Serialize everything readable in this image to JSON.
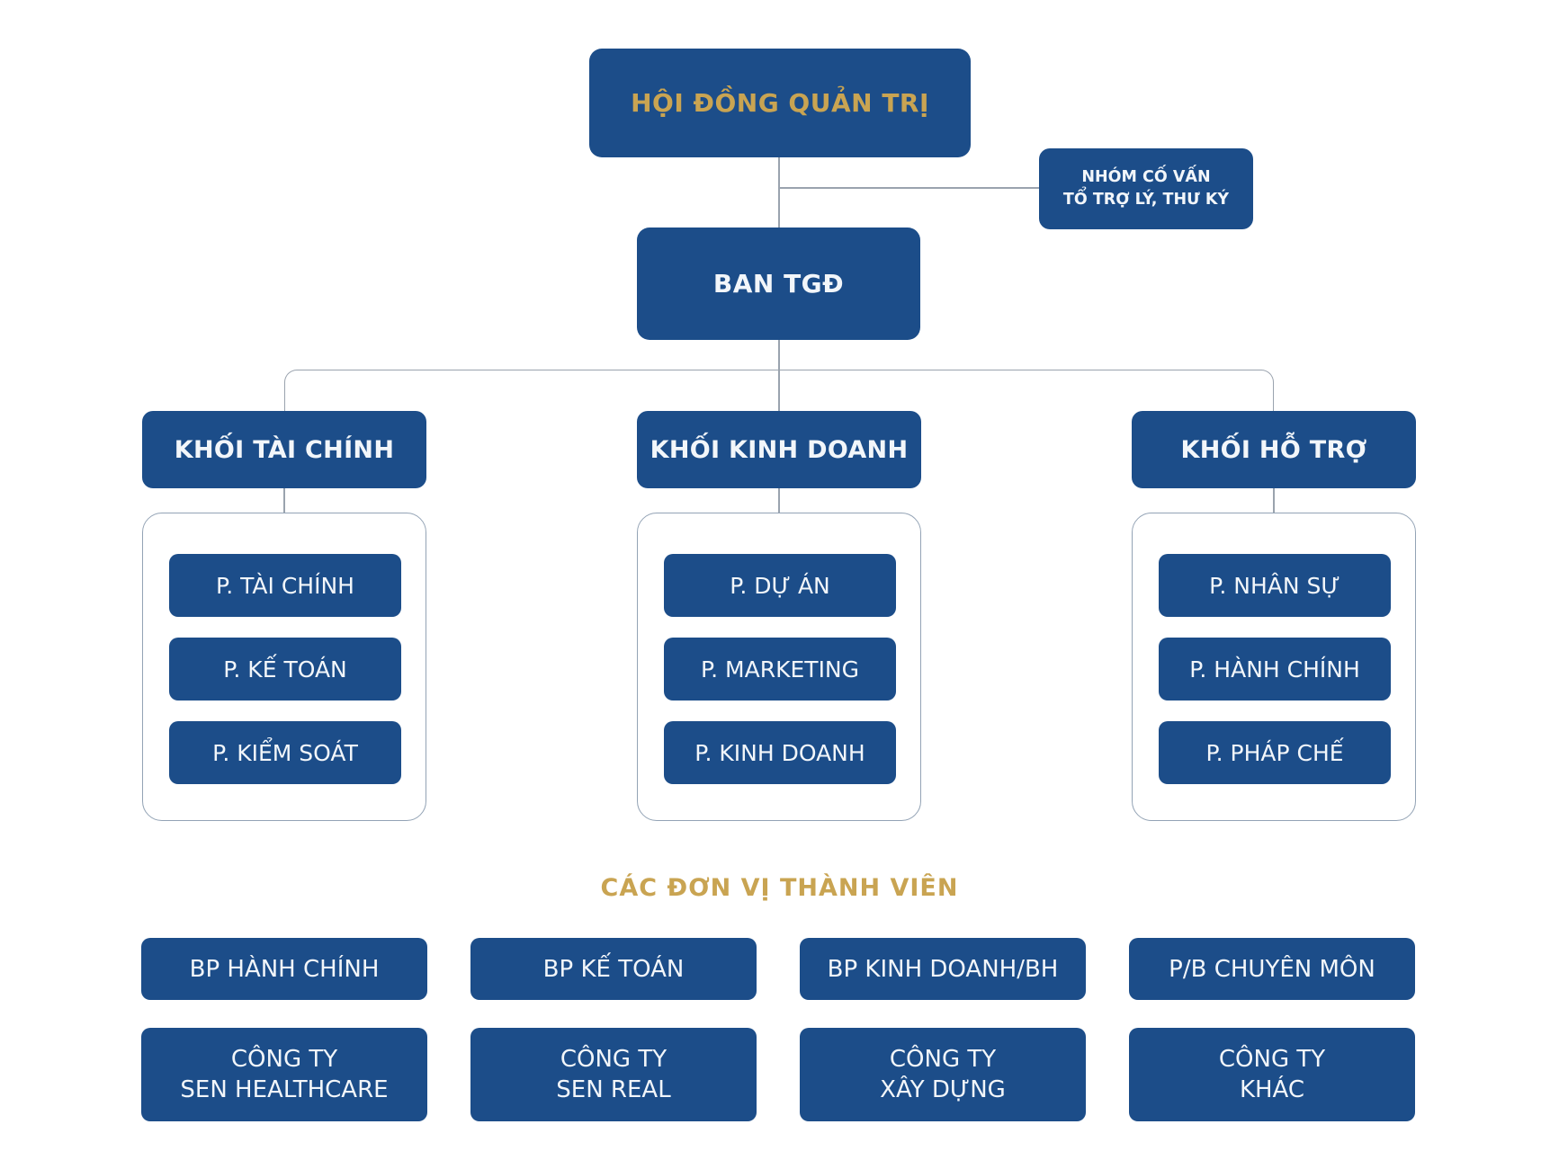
{
  "colors": {
    "box_blue": "#1C4D89",
    "gold": "#C9A452",
    "text_light": "#F2F6FA",
    "line": "#9AA3AE",
    "container_border": "#93A3B5",
    "background": "#FFFFFF"
  },
  "board": {
    "label": "HỘI ĐỒNG QUẢN TRỊ"
  },
  "advisor": {
    "line1": "NHÓM CỐ VẤN",
    "line2": "TỔ TRỢ LÝ, THƯ KÝ"
  },
  "ceo": {
    "label": "BAN TGĐ"
  },
  "divisions": [
    {
      "label": "KHỐI TÀI CHÍNH",
      "departments": [
        "P. TÀI CHÍNH",
        "P. KẾ TOÁN",
        "P. KIỂM SOÁT"
      ]
    },
    {
      "label": "KHỐI KINH DOANH",
      "departments": [
        "P. DỰ ÁN",
        "P. MARKETING",
        "P. KINH DOANH"
      ]
    },
    {
      "label": "KHỐI HỖ TRỢ",
      "departments": [
        "P. NHÂN SỰ",
        "P. HÀNH CHÍNH",
        "P. PHÁP CHẾ"
      ]
    }
  ],
  "members_section": {
    "title": "CÁC ĐƠN VỊ THÀNH VIÊN",
    "units": [
      "BP HÀNH CHÍNH",
      "BP KẾ TOÁN",
      "BP KINH DOANH/BH",
      "P/B CHUYÊN MÔN"
    ],
    "companies": [
      {
        "line1": "CÔNG TY",
        "line2": "SEN HEALTHCARE"
      },
      {
        "line1": "CÔNG TY",
        "line2": "SEN REAL"
      },
      {
        "line1": "CÔNG TY",
        "line2": "XÂY DỰNG"
      },
      {
        "line1": "CÔNG TY",
        "line2": "KHÁC"
      }
    ]
  }
}
